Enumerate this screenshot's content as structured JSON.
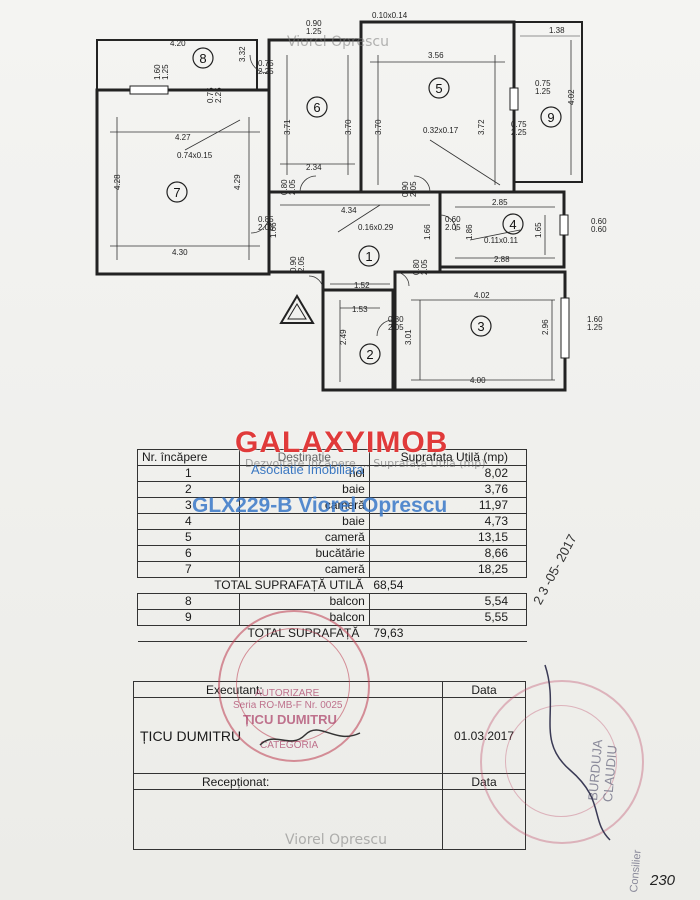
{
  "watermarks": {
    "top": "Viorel Oprescu",
    "bottom": "Viorel Oprescu",
    "table_overlay": "Dezvoltare Încăpere ... Suprafața Utilă (mp)"
  },
  "logo": {
    "brand": "GALAXYIMOB",
    "tagline": "Asociatie Imobiliara",
    "listing_code": "GLX229-B Viorel Oprescu"
  },
  "rooms": [
    {
      "n": "1"
    },
    {
      "n": "2"
    },
    {
      "n": "3"
    },
    {
      "n": "4"
    },
    {
      "n": "5"
    },
    {
      "n": "6"
    },
    {
      "n": "7"
    },
    {
      "n": "8"
    },
    {
      "n": "9"
    }
  ],
  "dims": {
    "d1": "4.20",
    "d2": "0.90\n1.25",
    "d3": "0.10x0.14",
    "d4": "1.38",
    "d5": "3.56",
    "d6": "0.75\n2.25",
    "d7": "3.32",
    "d8": "1.60\n1.25",
    "d9": "0.75\n2.25",
    "d10": "3.71",
    "d11": "3.70",
    "d12": "3.70",
    "d13": "3.72",
    "d14": "0.75\n1.25",
    "d15": "4.02",
    "d16": "0.75\n2.25",
    "d17": "4.27",
    "d18": "0.32x0.17",
    "d19": "0.74x0.15",
    "d20": "4.28",
    "d21": "4.29",
    "d22": "2.34",
    "d23": "0.80\n2.05",
    "d24": "0.90\n2.05",
    "d25": "2.85",
    "d26": "0.60\n0.60",
    "d27": "4.34",
    "d28": "0.85\n2.05",
    "d29": "0.60\n2.05",
    "d30": "0.16x0.29",
    "d31": "1.66",
    "d32": "1.86",
    "d33": "0.11x0.11",
    "d34": "1.65",
    "d35": "1.66",
    "d36": "4.30",
    "d37": "2.88",
    "d38": "0.90\n2.05",
    "d39": "0.80\n2.05",
    "d40": "1.52",
    "d41": "4.02",
    "d42": "1.53",
    "d43": "1.60\n1.25",
    "d44": "0.80\n2.05",
    "d45": "2.49",
    "d46": "3.01",
    "d47": "2.96",
    "d48": "4.00"
  },
  "area_table": {
    "headers": [
      "Nr. încăpere",
      "Destinație",
      "Suprafața Utilă (mp)"
    ],
    "rows": [
      {
        "nr": "1",
        "dest": "hol",
        "area": "8,02"
      },
      {
        "nr": "2",
        "dest": "baie",
        "area": "3,76"
      },
      {
        "nr": "3",
        "dest": "cameră",
        "area": "11,97"
      },
      {
        "nr": "4",
        "dest": "baie",
        "area": "4,73"
      },
      {
        "nr": "5",
        "dest": "cameră",
        "area": "13,15"
      },
      {
        "nr": "6",
        "dest": "bucătărie",
        "area": "8,66"
      },
      {
        "nr": "7",
        "dest": "cameră",
        "area": "18,25"
      }
    ],
    "total_util_label": "TOTAL SUPRAFAȚĂ UTILĂ",
    "total_util_value": "68,54",
    "balconies": [
      {
        "nr": "8",
        "dest": "balcon",
        "area": "5,54"
      },
      {
        "nr": "9",
        "dest": "balcon",
        "area": "5,55"
      }
    ],
    "total_label": "TOTAL SUPRAFAȚĂ",
    "total_value": "79,63"
  },
  "exec_table": {
    "executant_label": "Executant:",
    "data_label": "Data",
    "executant_name": "ȚICU   DUMITRU",
    "executant_date": "01.03.2017",
    "receptionat_label": "Recepționat:",
    "data_label_2": "Data"
  },
  "stamps": {
    "left_line1": "AUTORIZARE",
    "left_line2": "Seria RO-MB-F Nr. 0025",
    "left_name": "ȚICU DUMITRU",
    "left_cat": "CATEGORIA",
    "right_date": "2 3 -05- 2017",
    "right_name": "BURDUJA CLAUDIU",
    "right_role": "Consilier"
  },
  "handwritten": "230",
  "colors": {
    "ink": "#1a1a1a",
    "brand_red": "#e03a3a",
    "brand_blue": "#3b78c2",
    "stamp": "#b94a6a"
  }
}
